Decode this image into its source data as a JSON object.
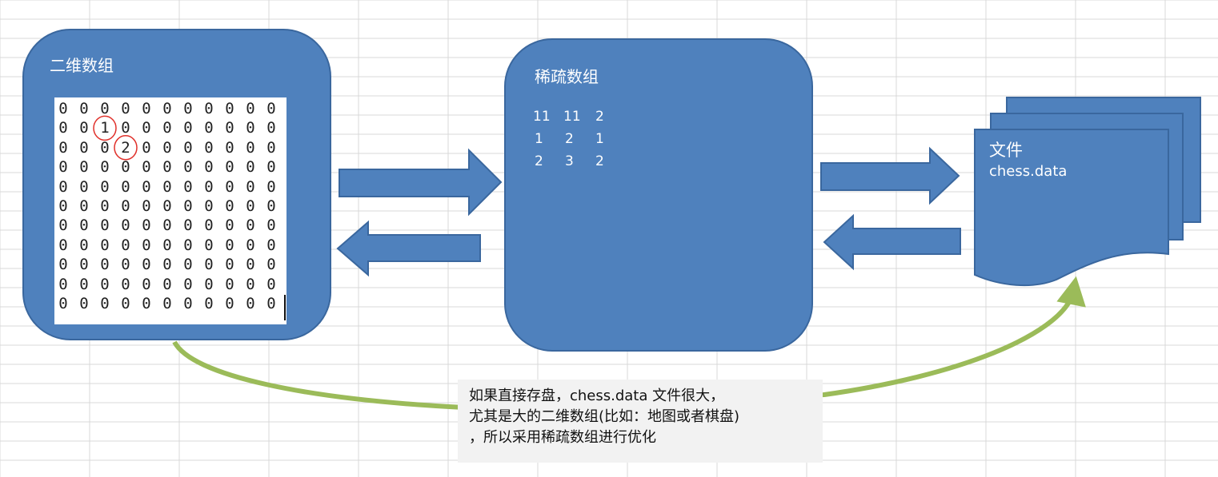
{
  "two_d_array": {
    "title": "二维数组",
    "rows": [
      [
        "0",
        "0",
        "0",
        "0",
        "0",
        "0",
        "0",
        "0",
        "0",
        "0",
        "0"
      ],
      [
        "0",
        "0",
        "1",
        "0",
        "0",
        "0",
        "0",
        "0",
        "0",
        "0",
        "0"
      ],
      [
        "0",
        "0",
        "0",
        "2",
        "0",
        "0",
        "0",
        "0",
        "0",
        "0",
        "0"
      ],
      [
        "0",
        "0",
        "0",
        "0",
        "0",
        "0",
        "0",
        "0",
        "0",
        "0",
        "0"
      ],
      [
        "0",
        "0",
        "0",
        "0",
        "0",
        "0",
        "0",
        "0",
        "0",
        "0",
        "0"
      ],
      [
        "0",
        "0",
        "0",
        "0",
        "0",
        "0",
        "0",
        "0",
        "0",
        "0",
        "0"
      ],
      [
        "0",
        "0",
        "0",
        "0",
        "0",
        "0",
        "0",
        "0",
        "0",
        "0",
        "0"
      ],
      [
        "0",
        "0",
        "0",
        "0",
        "0",
        "0",
        "0",
        "0",
        "0",
        "0",
        "0"
      ],
      [
        "0",
        "0",
        "0",
        "0",
        "0",
        "0",
        "0",
        "0",
        "0",
        "0",
        "0"
      ],
      [
        "0",
        "0",
        "0",
        "0",
        "0",
        "0",
        "0",
        "0",
        "0",
        "0",
        "0"
      ],
      [
        "0",
        "0",
        "0",
        "0",
        "0",
        "0",
        "0",
        "0",
        "0",
        "0",
        "0"
      ]
    ]
  },
  "sparse_array": {
    "title": "稀疏数组",
    "rows": [
      [
        "11",
        "11",
        "2"
      ],
      [
        "1",
        "2",
        "1"
      ],
      [
        "2",
        "3",
        "2"
      ]
    ]
  },
  "file": {
    "label": "文件",
    "name": "chess.data"
  },
  "note": {
    "lines": [
      "如果直接存盘，chess.data 文件很大，",
      "尤其是大的二维数组(比如：地图或者棋盘)",
      "，所以采用稀疏数组进行优化"
    ]
  },
  "colors": {
    "box_fill": "#4f81bd",
    "box_border": "#3a679e",
    "curve": "#9bbb59",
    "highlight_circle": "#e0302a"
  }
}
